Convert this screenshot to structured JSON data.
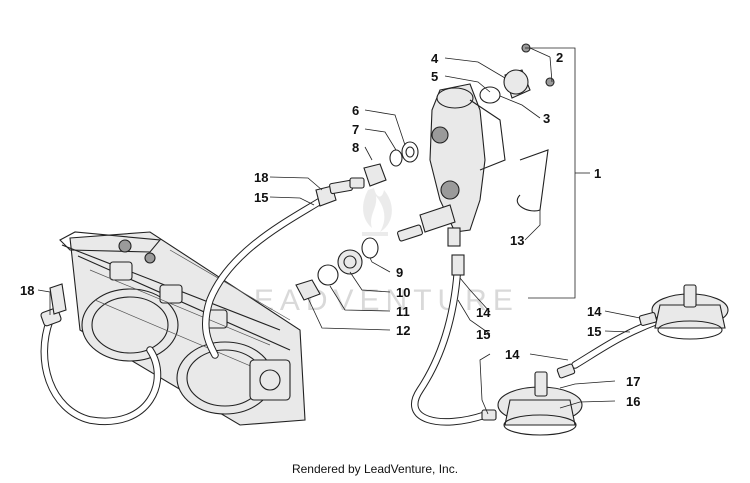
{
  "watermark": {
    "text": "LEADVENTURE",
    "logo": "leadventure-flame-logo"
  },
  "footer": "Rendered by LeadVenture, Inc.",
  "callouts": [
    "1",
    "2",
    "3",
    "4",
    "5",
    "6",
    "7",
    "8",
    "9",
    "10",
    "11",
    "12",
    "13",
    "14",
    "15",
    "16",
    "17",
    "18"
  ],
  "labels": {
    "c1": "1",
    "c2": "2",
    "c3": "3",
    "c4": "4",
    "c5": "5",
    "c6": "6",
    "c7": "7",
    "c8": "8",
    "c9": "9",
    "c10": "10",
    "c11": "11",
    "c12": "12",
    "c13": "13",
    "c14a": "14",
    "c14b": "14",
    "c14c": "14",
    "c15a": "15",
    "c15b": "15",
    "c15c": "15",
    "c16": "16",
    "c17": "17",
    "c18a": "18",
    "c18b": "18"
  }
}
